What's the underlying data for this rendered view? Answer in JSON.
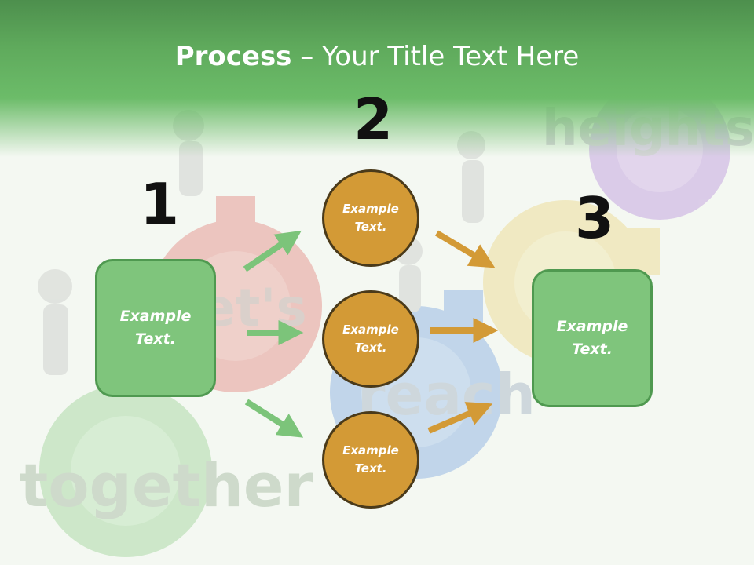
{
  "title": {
    "bold": "Process",
    "rest": " – Your Title Text Here"
  },
  "numbers": [
    "1",
    "2",
    "3"
  ],
  "left_box": {
    "text": "Example\nText."
  },
  "circles": [
    {
      "text": "Example\nText."
    },
    {
      "text": "Example\nText."
    },
    {
      "text": "Example\nText."
    }
  ],
  "right_box": {
    "text": "Example\nText."
  },
  "background_words": [
    "together",
    "et's",
    "reach",
    "heights"
  ],
  "colors": {
    "header": "#5faa5c",
    "box": "#7fc57c",
    "circle": "#d39a36",
    "green_arrow": "#7cc47a",
    "orange_arrow": "#d39a36"
  }
}
